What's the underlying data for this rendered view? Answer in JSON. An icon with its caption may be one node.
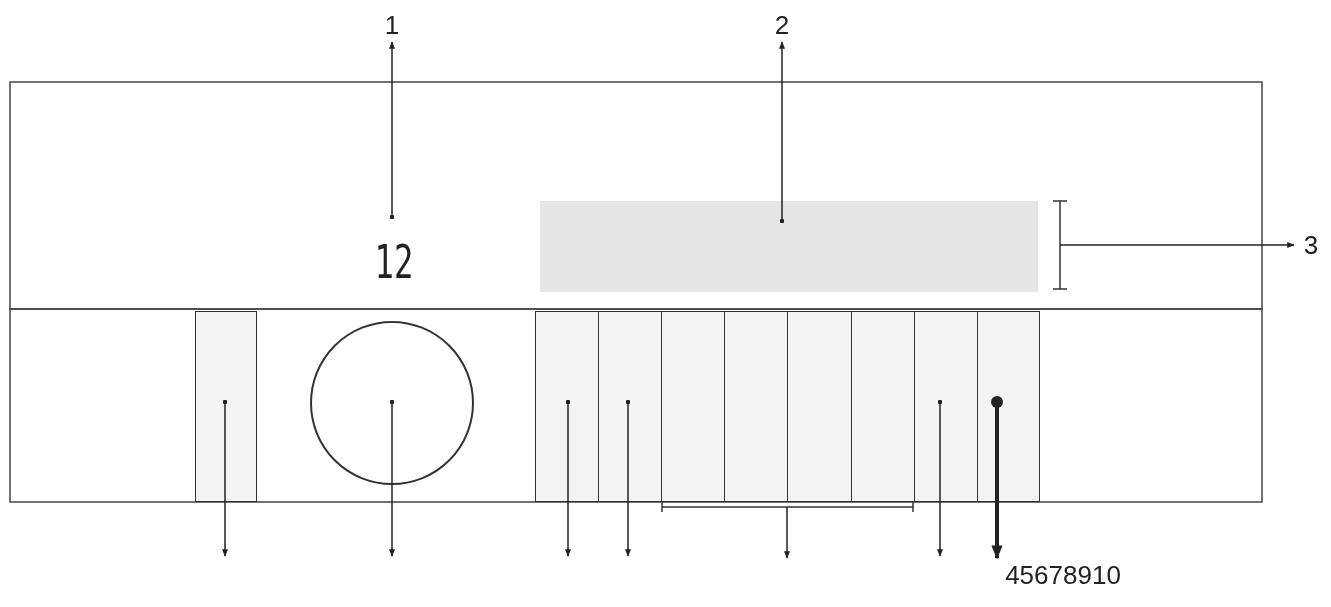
{
  "diagram": {
    "nodes": [
      {
        "text": [
          "1"
        ]
      },
      {
        "text": [
          "2"
        ]
      },
      {
        "text": [
          "12"
        ]
      },
      {
        "text": [],
        "shape": "box"
      },
      {
        "text": [
          "3"
        ]
      },
      {
        "text": [],
        "shape": "box"
      },
      {
        "text": [],
        "shape": "circle"
      },
      {
        "text": [],
        "shape": "box"
      },
      {
        "text": [],
        "shape": "box"
      },
      {
        "text": [],
        "shape": "box"
      },
      {
        "text": [],
        "shape": "box"
      },
      {
        "text": [],
        "shape": "box"
      },
      {
        "text": [],
        "shape": "box"
      },
      {
        "text": [],
        "shape": "box"
      },
      {
        "text": [],
        "shape": "box"
      },
      {
        "text": [],
        "shape": "bracket"
      },
      {
        "text": [
          "45678910"
        ]
      }
    ],
    "edges": [
      {
        "from": 2,
        "to": 0,
        "arrow": "to"
      },
      {
        "from": 3,
        "to": 1,
        "arrow": "to"
      },
      {
        "from": null,
        "to": 4,
        "arrow": "to"
      },
      {
        "from": 5,
        "to": null,
        "arrow": "to"
      },
      {
        "from": 6,
        "to": null,
        "arrow": "to"
      },
      {
        "from": 7,
        "to": null,
        "arrow": "to"
      },
      {
        "from": 8,
        "to": null,
        "arrow": "to"
      },
      {
        "from": 15,
        "to": null,
        "arrow": "to"
      },
      {
        "from": 13,
        "to": null,
        "arrow": "to"
      },
      {
        "from": 14,
        "to": 16,
        "arrow": "to",
        "style": "thick"
      }
    ]
  }
}
